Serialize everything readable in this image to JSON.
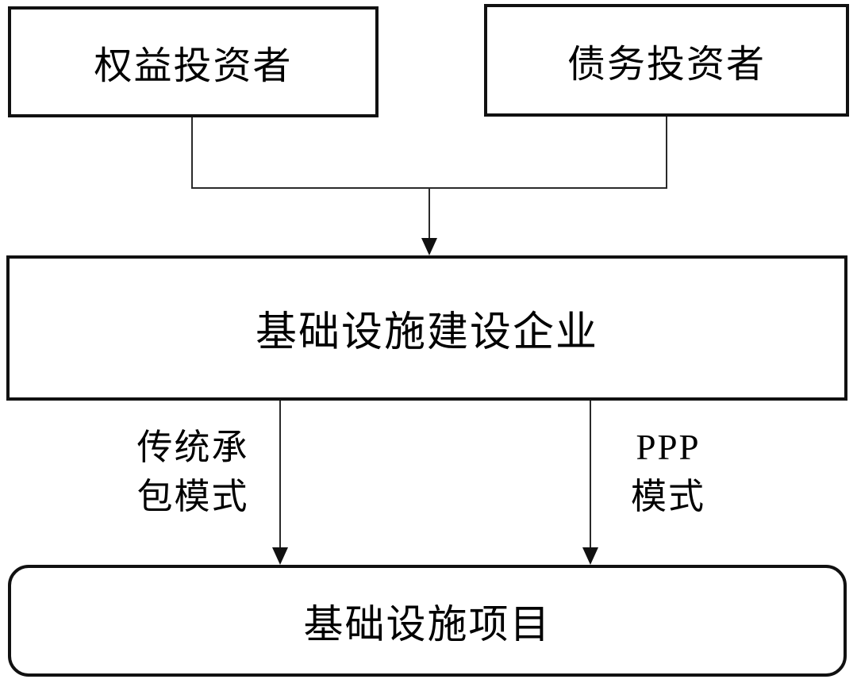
{
  "diagram": {
    "title": "infrastructure-financing-modes-flowchart",
    "nodes": {
      "equity_investor": {
        "label": "权益投资者"
      },
      "debt_investor": {
        "label": "债务投资者"
      },
      "enterprise": {
        "label": "基础设施建设企业"
      },
      "project": {
        "label": "基础设施项目"
      }
    },
    "edges": {
      "investors_to_enterprise": {
        "label": ""
      },
      "traditional": {
        "label": "传统承\n包模式"
      },
      "ppp": {
        "label": "PPP\n模式"
      }
    },
    "colors": {
      "border": "#111111",
      "line": "#2a2a2a",
      "text": "#000000",
      "background": "#ffffff"
    }
  }
}
